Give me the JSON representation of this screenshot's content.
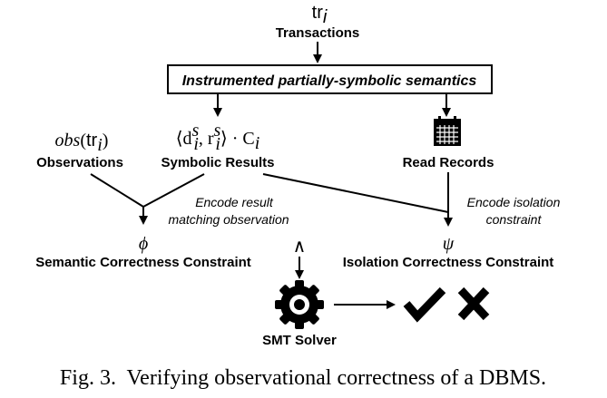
{
  "input": {
    "symbol": "tr",
    "subscript": "i",
    "label": "Transactions"
  },
  "semantics_box": {
    "label": "Instrumented partially-symbolic semantics"
  },
  "observations": {
    "formula_fn": "obs",
    "formula_arg": "tr",
    "formula_sub": "i",
    "label": "Observations"
  },
  "symbolic_results": {
    "formula": "⟨d",
    "formula_d_sup": "s",
    "formula_d_sub": "i",
    "formula_comma": ", r",
    "formula_r_sup": "s",
    "formula_r_sub": "i",
    "formula_close": "⟩ · C",
    "formula_c_sub": "i",
    "label": "Symbolic Results"
  },
  "read_records": {
    "label": "Read Records",
    "icon": "calendar-grid-icon"
  },
  "annotations": {
    "encode_result_line1": "Encode result",
    "encode_result_line2": "matching observation",
    "encode_isolation_line1": "Encode isolation",
    "encode_isolation_line2": "constraint"
  },
  "semantic_constraint": {
    "symbol": "ϕ",
    "label": "Semantic Correctness Constraint"
  },
  "conjunction": {
    "symbol": "∧"
  },
  "isolation_constraint": {
    "symbol": "ψ",
    "label": "Isolation Correctness Constraint"
  },
  "solver": {
    "label": "SMT Solver",
    "icon": "gear-icon"
  },
  "results": {
    "sat_icon": "check-icon",
    "unsat_icon": "cross-icon"
  },
  "caption": {
    "text": "Fig. 3.  Verifying observational correctness of a DBMS."
  }
}
